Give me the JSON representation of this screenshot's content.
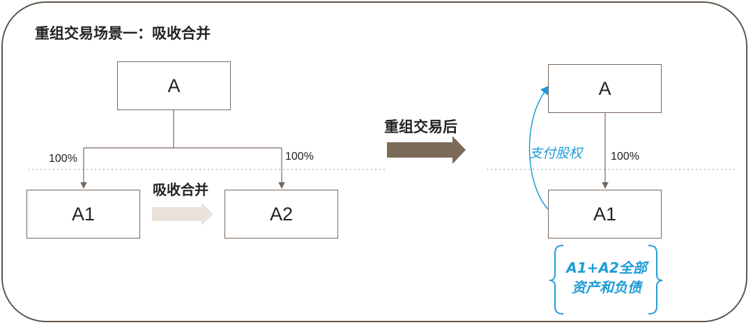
{
  "title": "重组交易场景一：吸收合并",
  "left": {
    "top_box": "A",
    "child1": "A1",
    "child2": "A2",
    "pct1": "100%",
    "pct2": "100%",
    "merge_label": "吸收合并"
  },
  "middle": {
    "after_label": "重组交易后"
  },
  "right": {
    "top_box": "A",
    "child": "A1",
    "pct": "100%",
    "pay_label": "支付股权",
    "note_line1": "A1+A2全部",
    "note_line2": "资产和负债"
  },
  "colors": {
    "border": "#5f5349",
    "arrow_dark": "#7b6a58",
    "arrow_light": "#e8e2da",
    "accent_blue": "#1e9bd7"
  }
}
